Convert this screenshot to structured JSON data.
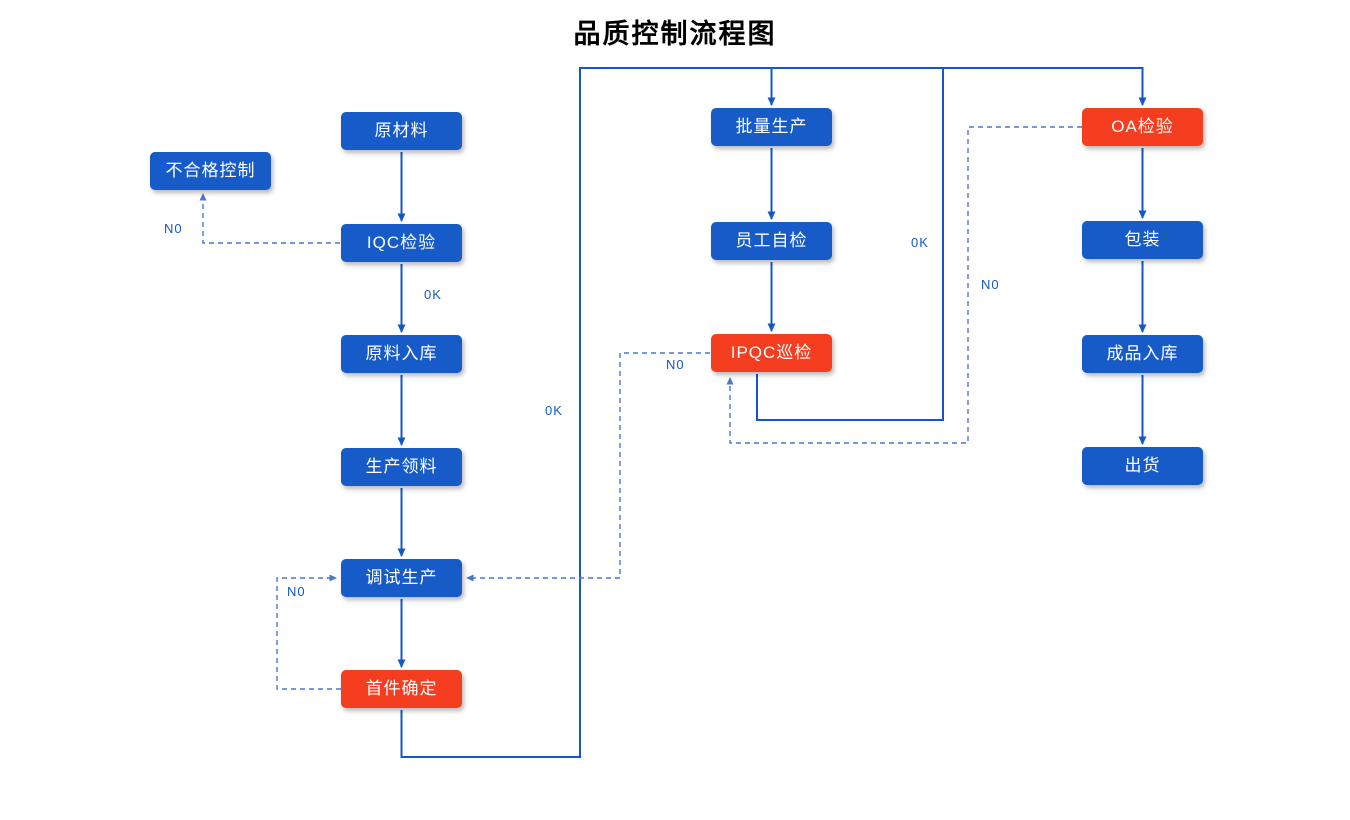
{
  "title": "品质控制流程图",
  "colors": {
    "node_blue": "#165BC8",
    "node_red": "#F53D1F",
    "line_solid": "#1657C8",
    "line_dashed": "#4A77CE",
    "node_text": "#FFFFFF",
    "title_text": "#000000"
  },
  "nodes": {
    "raw_material": {
      "label": "原材料",
      "accent": "blue"
    },
    "nonconforming_control": {
      "label": "不合格控制",
      "accent": "blue"
    },
    "iqc_inspection": {
      "label": "IQC检验",
      "accent": "blue"
    },
    "raw_material_storage": {
      "label": "原料入库",
      "accent": "blue"
    },
    "production_picking": {
      "label": "生产领料",
      "accent": "blue"
    },
    "trial_production": {
      "label": "调试生产",
      "accent": "blue"
    },
    "first_article_confirm": {
      "label": "首件确定",
      "accent": "red"
    },
    "batch_production": {
      "label": "批量生产",
      "accent": "blue"
    },
    "employee_self_check": {
      "label": "员工自检",
      "accent": "blue"
    },
    "ipqc_inspection": {
      "label": "IPQC巡检",
      "accent": "red"
    },
    "oa_inspection": {
      "label": "OA检验",
      "accent": "red"
    },
    "packaging": {
      "label": "包装",
      "accent": "blue"
    },
    "finished_goods_storage": {
      "label": "成品入库",
      "accent": "blue"
    },
    "shipping": {
      "label": "出货",
      "accent": "blue"
    }
  },
  "edge_labels": {
    "iqc_ok": "0K",
    "iqc_no": "N0",
    "first_article_ok": "0K",
    "first_article_no": "N0",
    "ipqc_ok": "0K",
    "ipqc_no": "N0",
    "oa_no": "N0"
  },
  "edges": [
    {
      "from": "原材料",
      "to": "IQC检验",
      "style": "solid",
      "label": ""
    },
    {
      "from": "IQC检验",
      "to": "原料入库",
      "style": "solid",
      "label": "0K"
    },
    {
      "from": "IQC检验",
      "to": "不合格控制",
      "style": "dashed",
      "label": "N0"
    },
    {
      "from": "原料入库",
      "to": "生产领料",
      "style": "solid",
      "label": ""
    },
    {
      "from": "生产领料",
      "to": "调试生产",
      "style": "solid",
      "label": ""
    },
    {
      "from": "调试生产",
      "to": "首件确定",
      "style": "solid",
      "label": ""
    },
    {
      "from": "首件确定",
      "to": "调试生产",
      "style": "dashed",
      "label": "N0"
    },
    {
      "from": "首件确定",
      "to": "批量生产",
      "style": "solid",
      "label": "0K"
    },
    {
      "from": "批量生产",
      "to": "员工自检",
      "style": "solid",
      "label": ""
    },
    {
      "from": "员工自检",
      "to": "IPQC巡检",
      "style": "solid",
      "label": ""
    },
    {
      "from": "IPQC巡检",
      "to": "调试生产",
      "style": "dashed",
      "label": "N0"
    },
    {
      "from": "IPQC巡检",
      "to": "OA检验",
      "style": "solid",
      "label": "0K"
    },
    {
      "from": "OA检验",
      "to": "IPQC巡检",
      "style": "dashed",
      "label": "N0"
    },
    {
      "from": "OA检验",
      "to": "包装",
      "style": "solid",
      "label": ""
    },
    {
      "from": "包装",
      "to": "成品入库",
      "style": "solid",
      "label": ""
    },
    {
      "from": "成品入库",
      "to": "出货",
      "style": "solid",
      "label": ""
    }
  ]
}
